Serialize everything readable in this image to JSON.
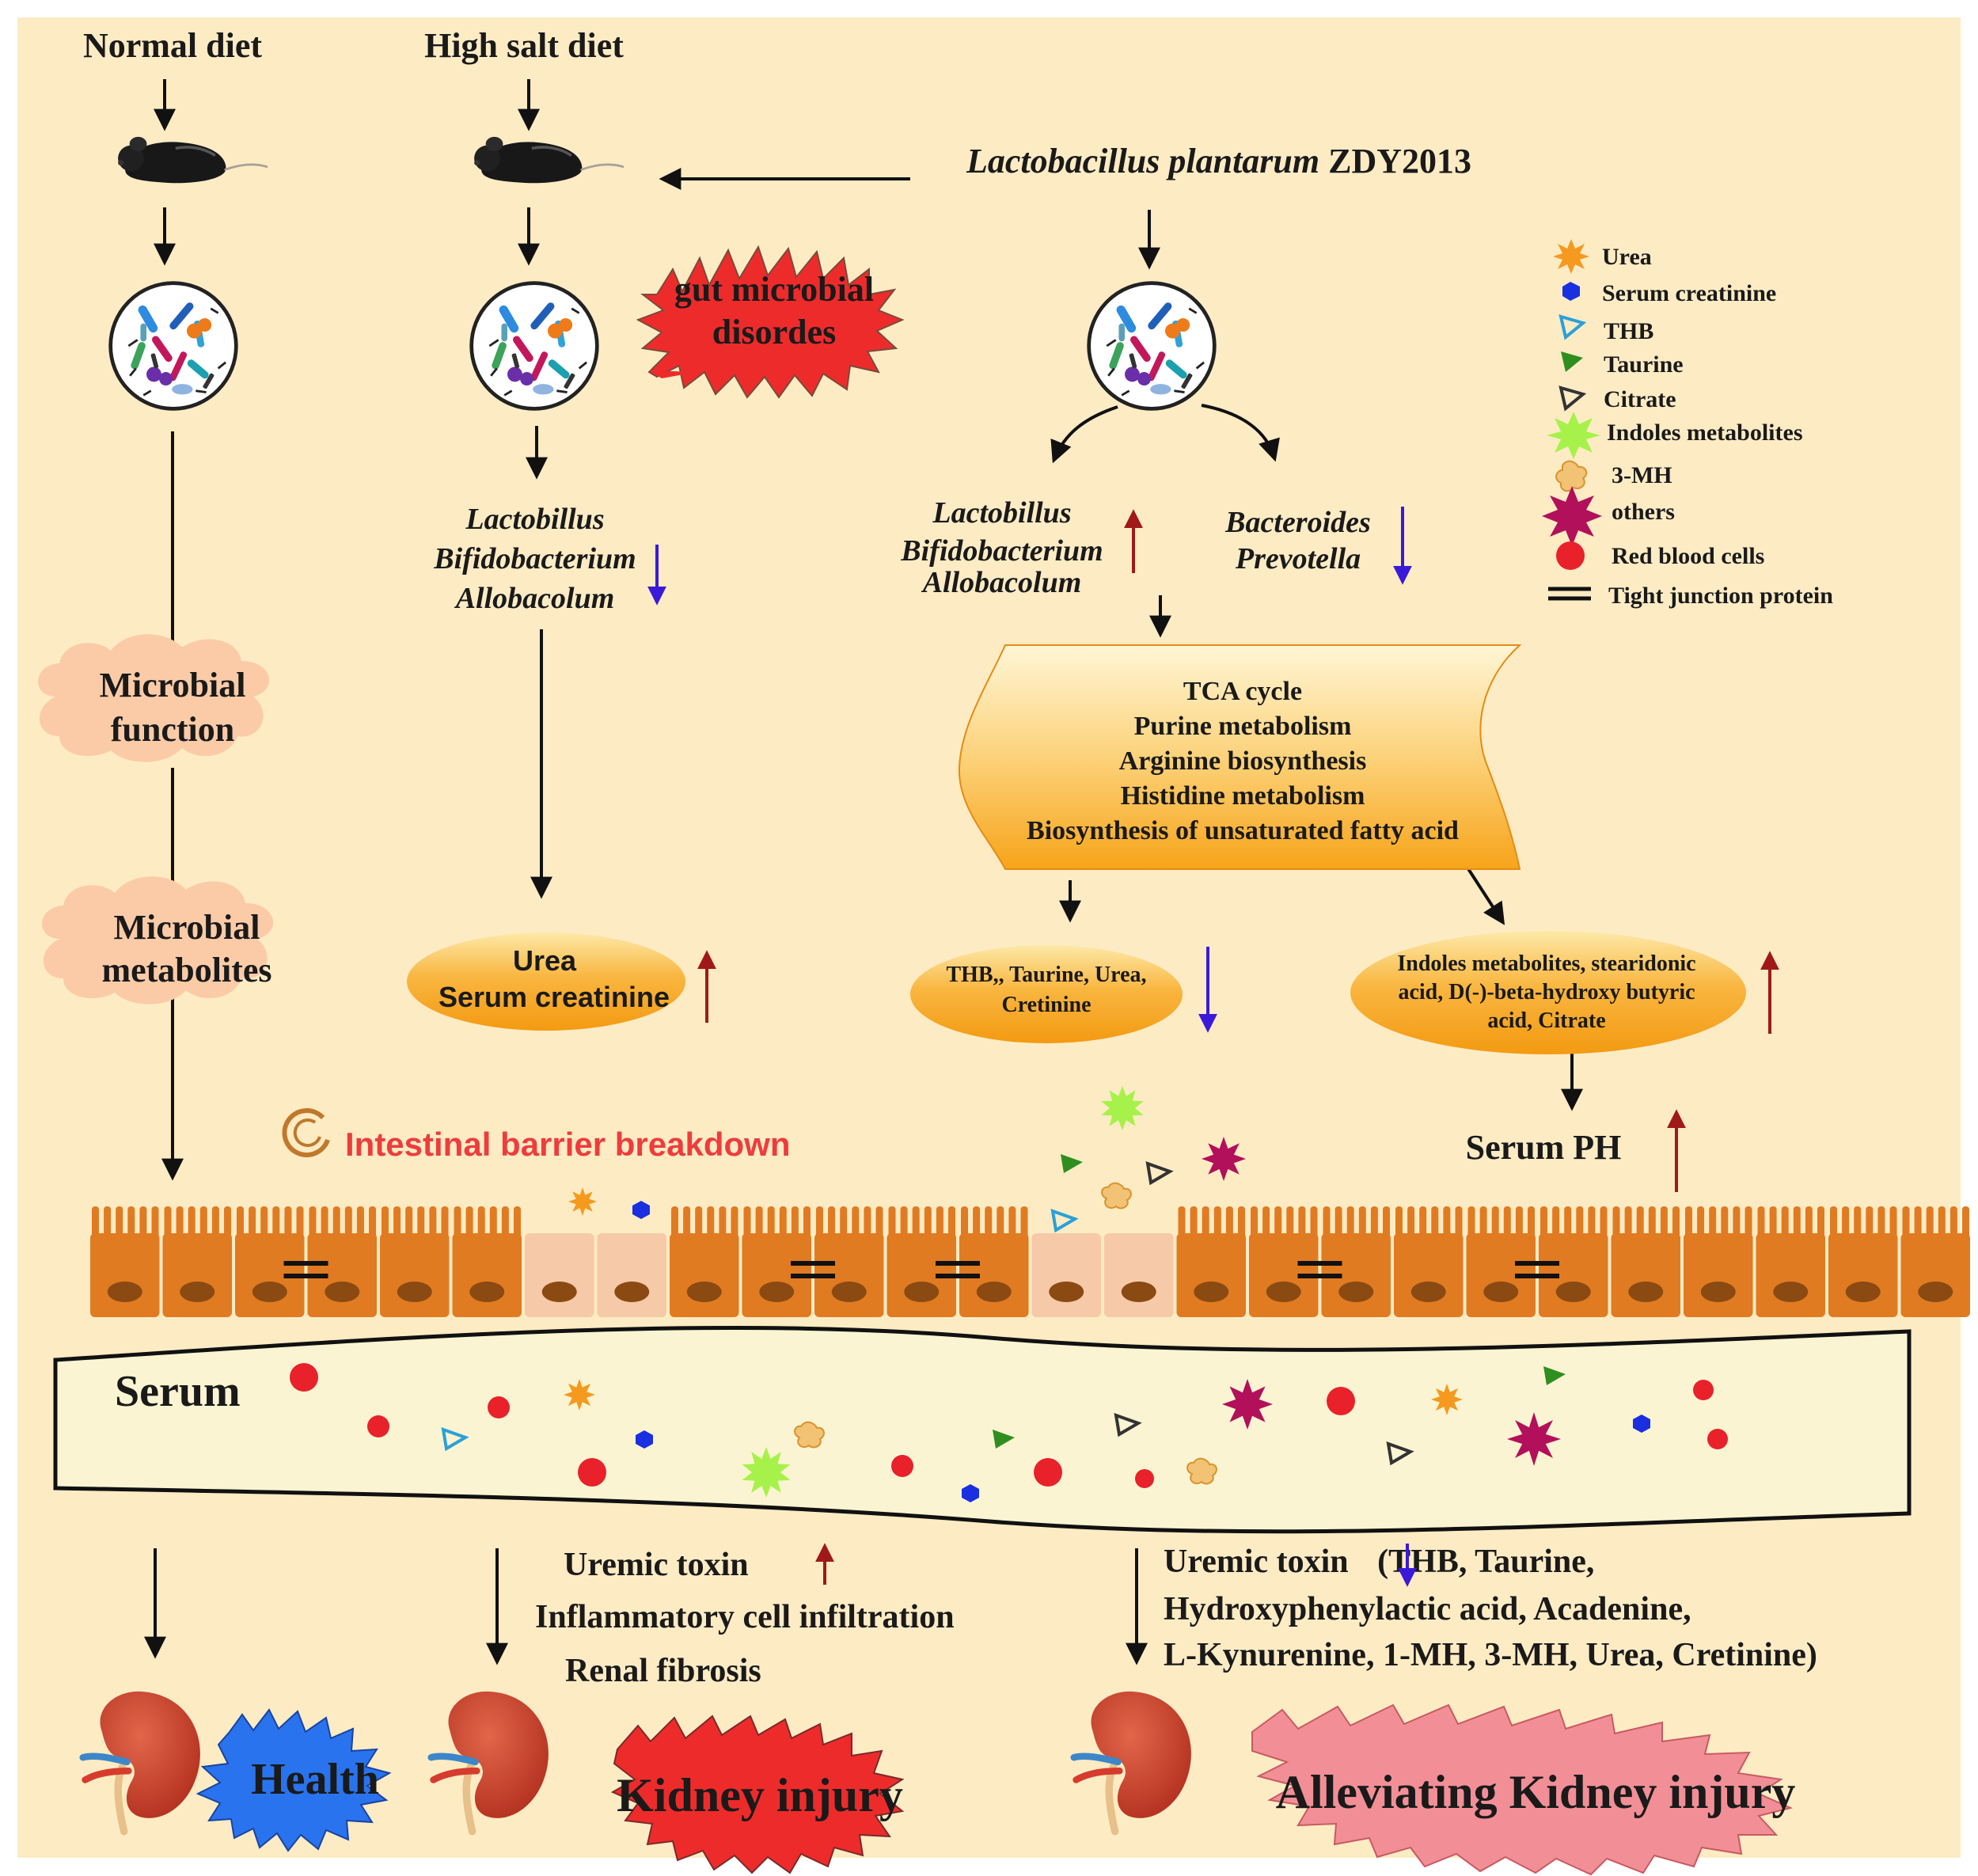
{
  "colors": {
    "background": "#fdebc4",
    "cell_dark": "#e07b22",
    "cell_light": "#f6c9a8",
    "nucleus": "#8a4a12",
    "serum_band": "#fbf4d2",
    "cloud": "#fbcba7",
    "oval_orange": "#f8a31a",
    "up_arrow": "#a01919",
    "down_arrow": "#3a1ad9",
    "barrier_text": "#ee3c3c",
    "bubble_red": "#ee2b2b",
    "bubble_blue": "#2a73ee",
    "bubble_pink": "#f28f96"
  },
  "header": {
    "normal_diet": "Normal diet",
    "high_salt_diet": "High salt diet",
    "strain_genus": "Lactobacillus plantarum",
    "strain_id": " ZDY2013"
  },
  "left_column": {
    "cloud_1_line1": "Microbial",
    "cloud_1_line2": "function",
    "cloud_2_line1": "Microbial",
    "cloud_2_line2": "metabolites"
  },
  "middle_column": {
    "burst_line1": "gut microbial",
    "burst_line2": "disordes",
    "taxa": [
      "Lactobillus",
      "Bifidobacterium",
      "Allobacolum"
    ],
    "oval_line1": "Urea",
    "oval_line2": "Serum creatinine"
  },
  "right_column": {
    "taxa_up": [
      "Lactobillus",
      "Bifidobacterium",
      "Allobacolum"
    ],
    "taxa_down": [
      "Bacteroides",
      "Prevotella"
    ],
    "pathways": [
      "TCA cycle",
      "Purine metabolism",
      "Arginine biosynthesis",
      "Histidine metabolism",
      "Biosynthesis of unsaturated fatty acid"
    ],
    "oval_down_line1": "THB,, Taurine, Urea,",
    "oval_down_line2": "Cretinine",
    "oval_up_line1": "Indoles metabolites, stearidonic",
    "oval_up_line2": "acid, D(-)-beta-hydroxy butyric",
    "oval_up_line3": "acid, Citrate",
    "serum_ph": "Serum PH"
  },
  "legend": [
    {
      "label": "Urea",
      "icon": "orange-star-icon"
    },
    {
      "label": "Serum creatinine",
      "icon": "blue-hexagon-icon"
    },
    {
      "label": "THB",
      "icon": "cyan-outline-triangle-icon"
    },
    {
      "label": "Taurine",
      "icon": "green-triangle-icon"
    },
    {
      "label": "Citrate",
      "icon": "dark-outline-triangle-icon"
    },
    {
      "label": "Indoles metabolites",
      "icon": "green-burst-icon"
    },
    {
      "label": "3-MH",
      "icon": "tan-blob-icon"
    },
    {
      "label": "others",
      "icon": "magenta-star-icon"
    },
    {
      "label": "Red blood cells",
      "icon": "red-circle-icon"
    },
    {
      "label": "Tight junction protein",
      "icon": "double-line-icon"
    }
  ],
  "barrier": {
    "label": "Intestinal barrier breakdown"
  },
  "serum": {
    "label": "Serum"
  },
  "outcomes": {
    "health": "Health",
    "kidney_injury": "Kidney injury",
    "mid_line1": "Uremic toxin",
    "mid_line2": "Inflammatory cell infiltration",
    "mid_line3": "Renal fibrosis",
    "right_line1_a": "Uremic toxin ",
    "right_line1_b": "(THB, Taurine,",
    "right_line2": "Hydroxyphenylactic acid, Acadenine,",
    "right_line3": "L-Kynurenine, 1-MH, 3-MH, Urea, Cretinine)",
    "alleviating": "Alleviating Kidney injury"
  }
}
